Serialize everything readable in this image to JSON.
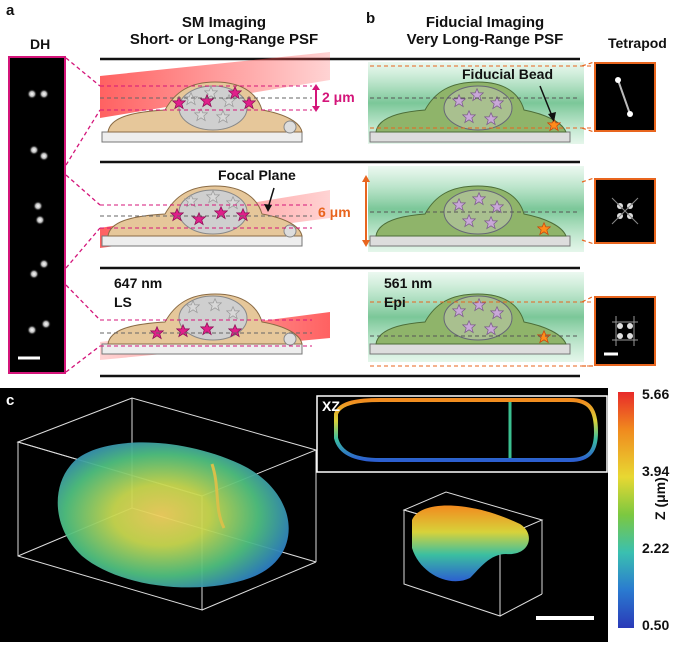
{
  "panel_a": {
    "letter": "a",
    "dh_label": "DH",
    "sm_title_1": "SM Imaging",
    "sm_title_2": "Short- or Long-Range PSF",
    "range_2um": "2 μm",
    "focal_plane": "Focal Plane",
    "laser_647": "647 nm",
    "ls": "LS"
  },
  "panel_b": {
    "letter": "b",
    "fid_title_1": "Fiducial Imaging",
    "fid_title_2": "Very Long-Range PSF",
    "tetrapod_label": "Tetrapod",
    "fiducial_bead": "Fiducial Bead",
    "range_6um": "6 μm",
    "laser_561": "561 nm",
    "epi": "Epi"
  },
  "panel_c": {
    "letter": "c",
    "xz_label": "XZ",
    "colorbar_ticks": [
      "5.66",
      "3.94",
      "2.22",
      "0.50"
    ],
    "colorbar_label": "Z (μm)"
  },
  "colors": {
    "magenta": "#d4157a",
    "orange": "#e8651e",
    "laser_red": "#ff4a4a",
    "fid_green": "#5fbf86",
    "cell_tan": "#e6c79a",
    "cell_green": "#8fb46a"
  }
}
